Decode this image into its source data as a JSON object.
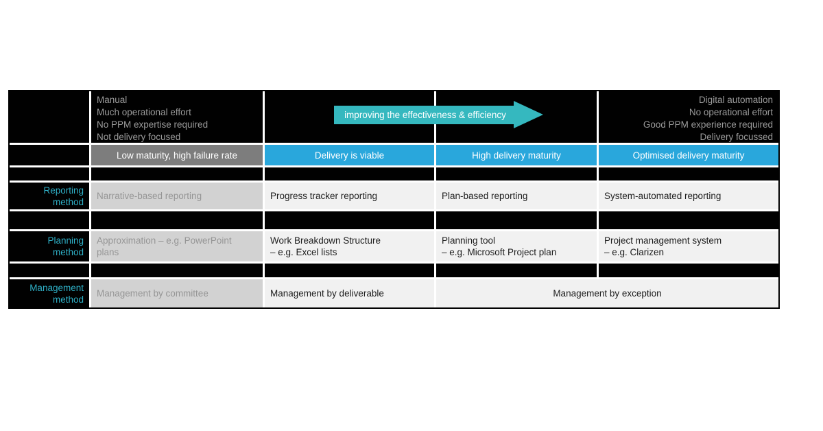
{
  "table": {
    "header": {
      "left_notes": [
        "Manual",
        "Much operational effort",
        "No PPM expertise required",
        "Not delivery focused"
      ],
      "arrow_label": "improving the effectiveness & efficiency",
      "right_notes": [
        "Digital automation",
        "No operational effort",
        "Good PPM experience required",
        "Delivery focussed"
      ]
    },
    "maturity": {
      "col1": "Low maturity, high failure rate",
      "col2": "Delivery is viable",
      "col3": "High delivery maturity",
      "col4": "Optimised delivery maturity"
    },
    "reporting": {
      "label": [
        "Reporting",
        "method"
      ],
      "col1": "Narrative-based reporting",
      "col2": "Progress tracker reporting",
      "col3": "Plan-based reporting",
      "col4": "System-automated reporting"
    },
    "planning": {
      "label": [
        "Planning",
        "method"
      ],
      "col1": [
        "Approximation – e.g.  PowerPoint",
        "plans"
      ],
      "col2": [
        "Work Breakdown Structure",
        "– e.g.  Excel lists"
      ],
      "col3": [
        "Planning tool",
        "– e.g.  Microsoft Project plan"
      ],
      "col4": [
        "Project management system",
        "– e.g.  Clarizen"
      ]
    },
    "management": {
      "label": [
        "Management",
        "method"
      ],
      "col1": "Management by committee",
      "col2": "Management by deliverable",
      "col3_4": "Management by exception"
    }
  },
  "colors": {
    "accent_blue_header": "#29a7dc",
    "accent_teal_arrow": "#35b8bf",
    "accent_cyan_row_label": "#2fb1c8",
    "gray_header_cell": "#7d7d7d",
    "gray_body_cell": "#d2d2d2",
    "light_body_cell": "#f1f1f1",
    "band_note_text": "#9b9b9b",
    "background_black": "#010101"
  }
}
